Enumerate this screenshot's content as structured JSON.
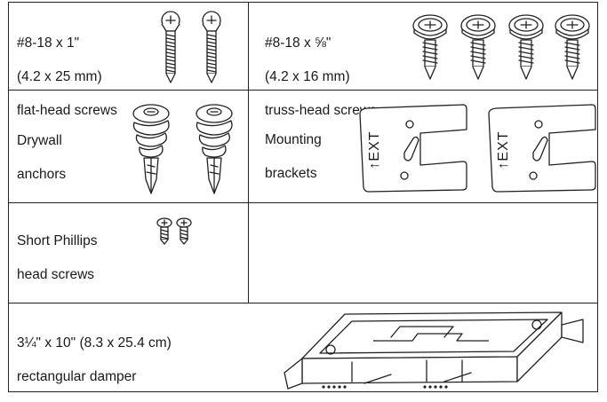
{
  "parts": {
    "flat_head_screws": {
      "line1": "#8-18 x 1\"",
      "line2": "(4.2 x 25 mm)",
      "line3": "flat-head screws"
    },
    "truss_head_screws": {
      "line1": "#8-18 x ⅝\"",
      "line2": "(4.2 x 16 mm)",
      "line3": "truss-head screws"
    },
    "drywall_anchors": {
      "line1": "Drywall",
      "line2": "anchors"
    },
    "mounting_brackets": {
      "line1": "Mounting",
      "line2": "brackets",
      "bracket_marking": "↑EXT"
    },
    "short_phillips": {
      "line1": "Short Phillips",
      "line2": "head screws"
    },
    "damper": {
      "line1": "3¼\" x 10\" (8.3 x 25.4 cm)",
      "line2": "rectangular damper"
    }
  }
}
